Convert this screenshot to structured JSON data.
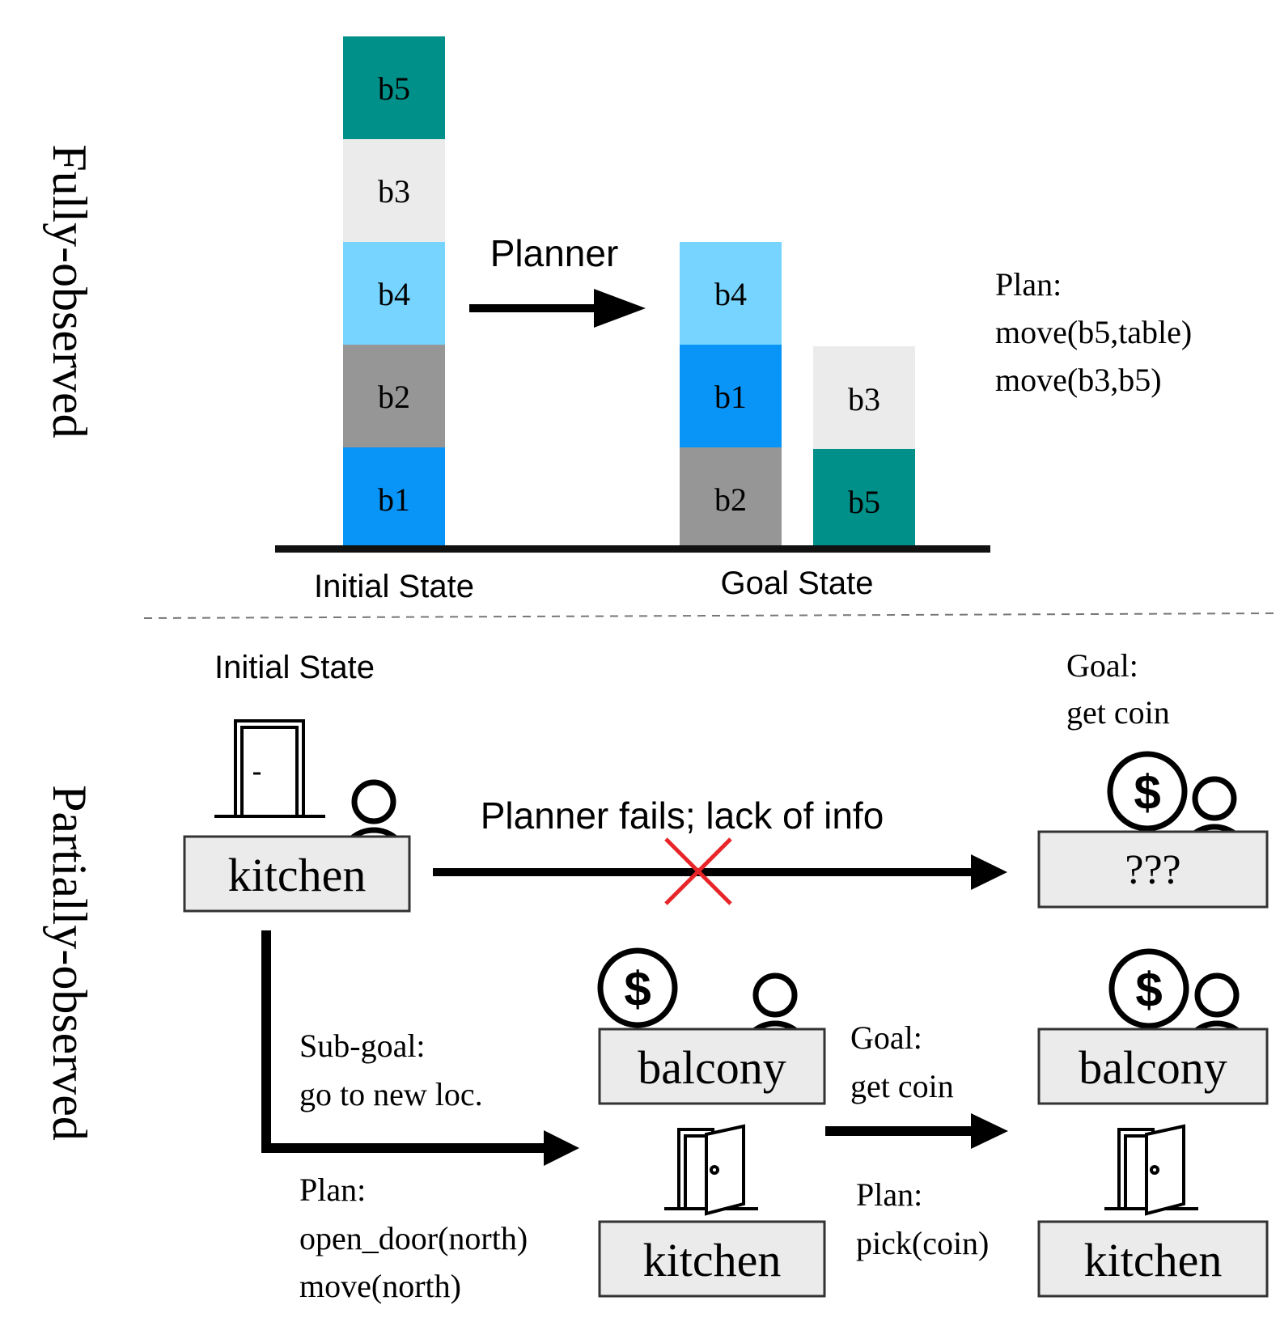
{
  "sections": {
    "fully_observed_label": "Fully-observed",
    "partially_observed_label": "Partially-observed"
  },
  "blocks_world": {
    "planner_label": "Planner",
    "initial_state_label": "Initial State",
    "goal_state_label": "Goal State",
    "initial_stack": [
      {
        "label": "b5",
        "color": "#00908a"
      },
      {
        "label": "b3",
        "color": "#ebebeb"
      },
      {
        "label": "b4",
        "color": "#76d4ff"
      },
      {
        "label": "b2",
        "color": "#969696"
      },
      {
        "label": "b1",
        "color": "#0895f7"
      }
    ],
    "goal_stack_left": [
      {
        "label": "b4",
        "color": "#76d4ff"
      },
      {
        "label": "b1",
        "color": "#0895f7"
      },
      {
        "label": "b2",
        "color": "#969696"
      }
    ],
    "goal_stack_right": [
      {
        "label": "b3",
        "color": "#ebebeb"
      },
      {
        "label": "b5",
        "color": "#00908a"
      }
    ],
    "plan": {
      "heading": "Plan:",
      "steps": [
        "move(b5,table)",
        "move(b3,b5)"
      ]
    }
  },
  "text_world": {
    "initial_state_label": "Initial State",
    "start_room": "kitchen",
    "failure_label": "Planner fails; lack of info",
    "unknown_room": "???",
    "goal_top": {
      "heading": "Goal:",
      "text": "get coin"
    },
    "subgoal": {
      "heading": "Sub-goal:",
      "text": "go to new loc."
    },
    "plan_left": {
      "heading": "Plan:",
      "steps": [
        "open_door(north)",
        "move(north)"
      ]
    },
    "goal_mid": {
      "heading": "Goal:",
      "text": "get coin"
    },
    "plan_right": {
      "heading": "Plan:",
      "steps": [
        "pick(coin)"
      ]
    },
    "mid_rooms": {
      "upper": "balcony",
      "lower": "kitchen"
    },
    "right_rooms": {
      "upper": "balcony",
      "lower": "kitchen"
    },
    "coin_symbol": "$",
    "icons": [
      "door-icon",
      "person-icon",
      "coin-icon",
      "open-door-icon",
      "cross-icon"
    ],
    "colors": {
      "cross": "#e8262a",
      "room_fill": "#ebebeb"
    }
  }
}
